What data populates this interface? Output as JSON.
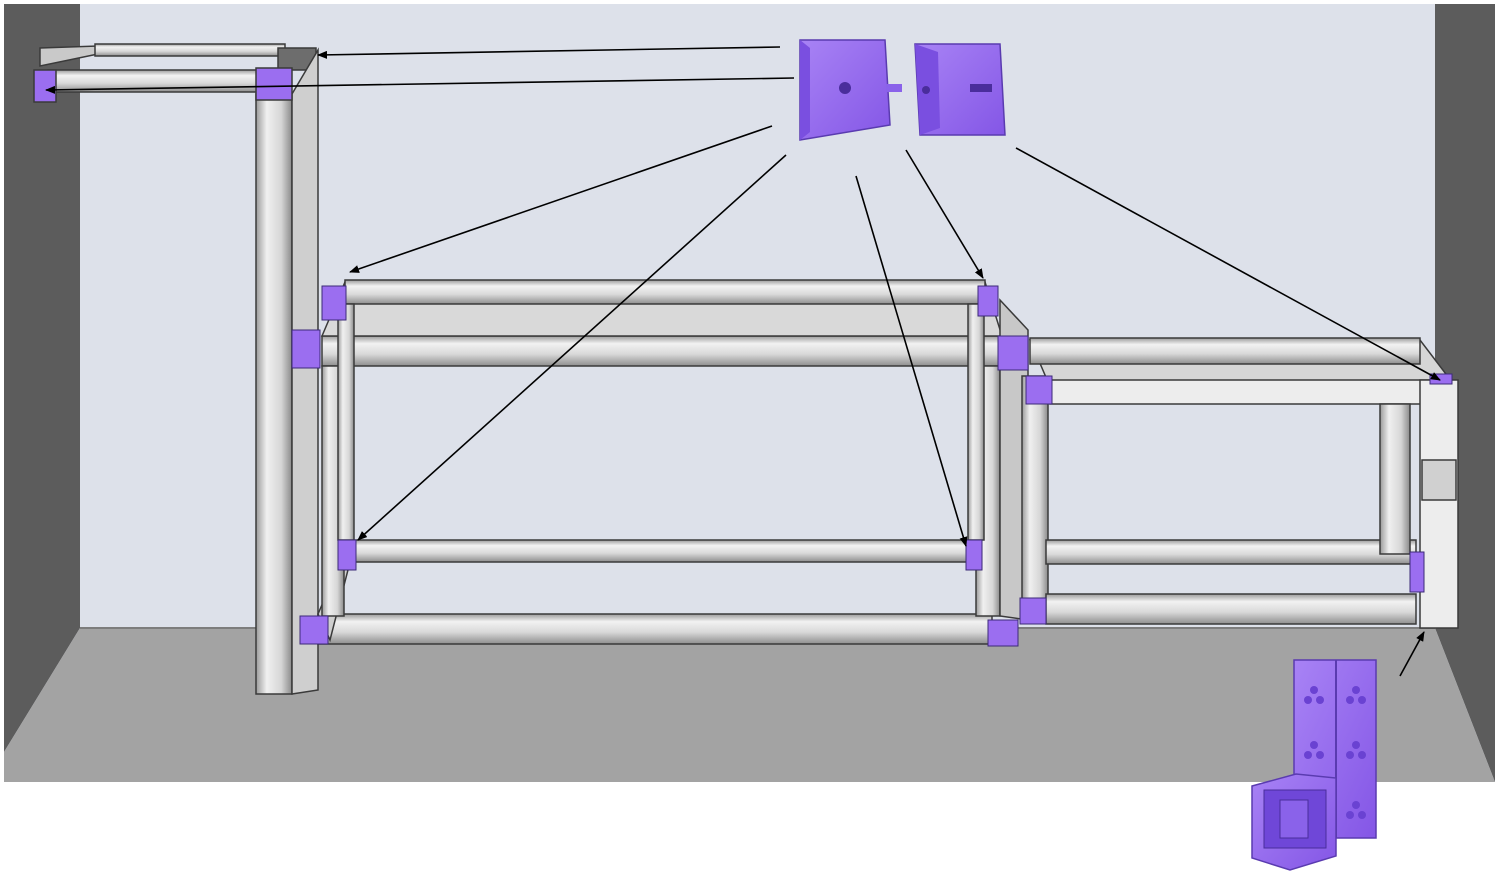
{
  "scene": {
    "description_visible_text": "",
    "parts": [
      {
        "name": "side-connector-bracket",
        "color": "#9b6ef0"
      },
      {
        "name": "end-cap-bracket",
        "color": "#9b6ef0"
      },
      {
        "name": "tall-corner-bracket",
        "color": "#9b6ef0"
      },
      {
        "name": "small-corner-bracket",
        "color": "#9b6ef0"
      }
    ],
    "colors": {
      "back_wall": "#dde1ea",
      "side_wall": "#5a5a5a",
      "floor": "#a3a3a3",
      "tube": "#e4e4e4",
      "tube_edge": "#444444",
      "connector": "#9b6ef0",
      "arrow": "#000000"
    }
  }
}
